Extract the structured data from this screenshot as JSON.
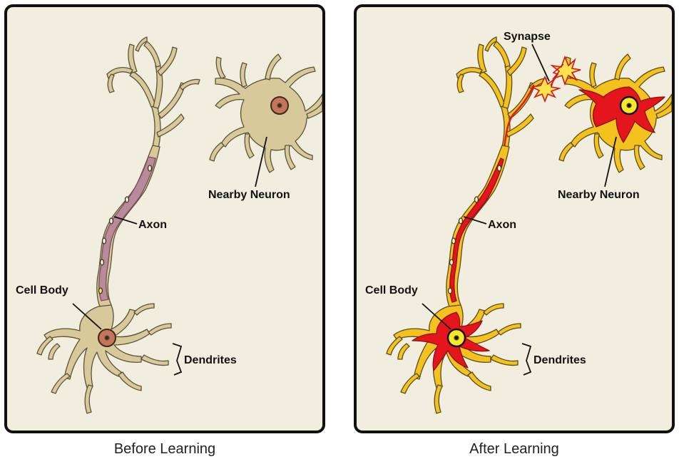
{
  "panels": [
    {
      "caption": "Before Learning",
      "labels": {
        "nearby_neuron": "Nearby Neuron",
        "axon": "Axon",
        "cell_body": "Cell Body",
        "dendrites": "Dendrites"
      }
    },
    {
      "caption": "After Learning",
      "labels": {
        "synapse": "Synapse",
        "nearby_neuron": "Nearby Neuron",
        "axon": "Axon",
        "cell_body": "Cell Body",
        "dendrites": "Dendrites"
      }
    }
  ],
  "colors": {
    "background": "#f2eedf",
    "neuron_before": "#d8c99b",
    "axon_before": "#b98a9a",
    "nucleus_before": "#c8745a",
    "neuron_after_outer": "#f4c21e",
    "neuron_after_inner": "#e4151c",
    "nucleus_after": "#f7e92a"
  }
}
